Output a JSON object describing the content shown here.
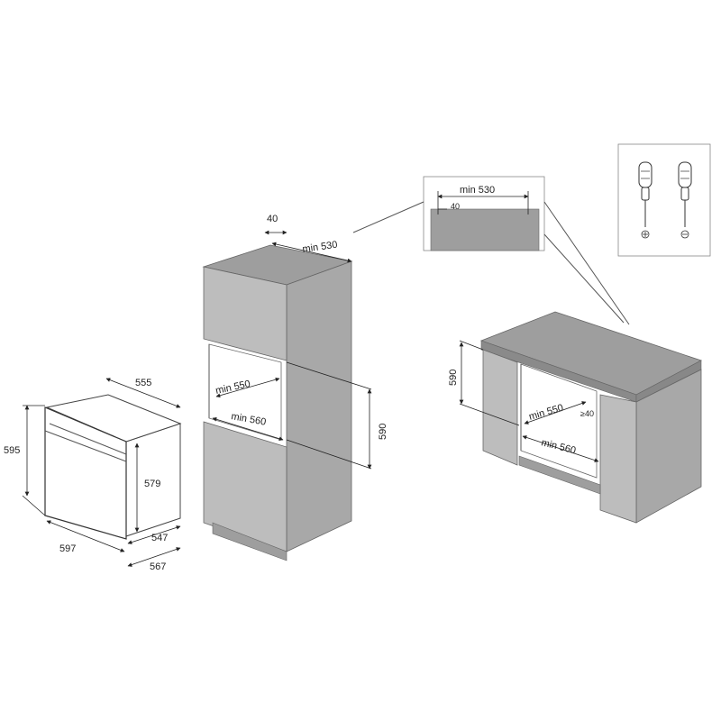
{
  "oven": {
    "width": "597",
    "height": "595",
    "depth_top": "555",
    "front_height": "579",
    "depth_body": "547",
    "depth_total": "567"
  },
  "tall_cabinet": {
    "gap": "40",
    "depth_min": "min 530",
    "niche_depth_min": "min 550",
    "niche_width_min": "min 560",
    "niche_height": "590"
  },
  "detail_zoom": {
    "depth_min": "min 530",
    "gap": "40"
  },
  "under_counter": {
    "height": "590",
    "niche_depth_min": "min 550",
    "niche_width_min": "min 560",
    "gap": "≥40"
  },
  "tools": {
    "icons": [
      "phillips-screwdriver-icon",
      "flathead-screwdriver-icon"
    ]
  },
  "colors": {
    "cabinet_face": "#bdbdbd",
    "cabinet_top": "#9e9e9e",
    "cabinet_side": "#a8a8a8",
    "oven_body": "#ffffff",
    "line": "#333333"
  }
}
